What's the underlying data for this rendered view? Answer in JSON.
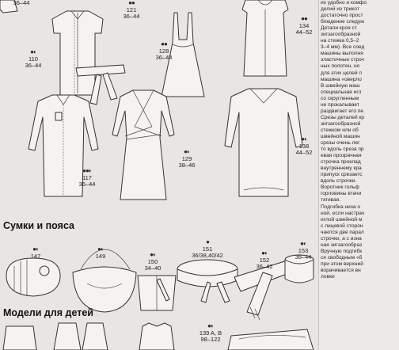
{
  "sections": {
    "bags_belts": "Сумки и пояса",
    "kids_models": "Модели для детей"
  },
  "labels": {
    "m_top": {
      "dots": "",
      "num": "36–44"
    },
    "m121": {
      "dots": "●●",
      "num": "121",
      "size": "36–44"
    },
    "m134": {
      "dots": "●●",
      "num": "134",
      "size": "44–52"
    },
    "m110": {
      "dots": "●◐",
      "num": "110",
      "size": "36–44"
    },
    "m128": {
      "dots": "●●",
      "num": "128",
      "size": "36–44"
    },
    "m117": {
      "dots": "●●◐",
      "num": "117",
      "size": "36–44"
    },
    "m129": {
      "dots": "●◐",
      "num": "129",
      "size": "38–46"
    },
    "m138": {
      "dots": "●◐",
      "num": "138",
      "size": "44–52"
    },
    "m147": {
      "dots": "●◐",
      "num": "147"
    },
    "m149": {
      "dots": "●◐",
      "num": "149"
    },
    "m150": {
      "dots": "●◐",
      "num": "150",
      "size": "34–40"
    },
    "m151": {
      "dots": "●",
      "num": "151",
      "size": "36/38,40/42"
    },
    "m152": {
      "dots": "●◐",
      "num": "152",
      "size": "36–42"
    },
    "m153": {
      "dots": "●◐",
      "num": "153",
      "size": "38–44"
    },
    "m139": {
      "dots": "●◐",
      "num": "139 A, B",
      "size": "98–122"
    }
  },
  "text_lines": [
    "их удобно и комфо",
    "делий из трикот",
    "достаточно прост",
    "блюдение следую",
    "Детали кроя ст",
    "зигзагообразной",
    "на стежка 0,5–2",
    "3–4 мм). Все соед",
    "машины выполня",
    "эластичные строч",
    "ных полотен, но",
    "для этих целей п",
    "машина «оверло",
    "В швейную маш",
    "специальная игл",
    "со скругленным",
    "не прокалывает",
    "раздвигает его пе",
    "Срезы деталей кр",
    "зигзагообразной",
    "стежком или об",
    "швейной машин",
    "срезы очень лег",
    "то вдоль среза пр",
    "евая прозрачная",
    "строчка проклад",
    "внутреннему кра",
    "припуск срезаетс",
    "вдоль строчки.",
    "Воротник гольф",
    "горловины втачи",
    "тягивая.",
    "Подгибка низа о",
    "ной, если настрач",
    "иглой швейной м",
    "с лицевой сторон",
    "чаются две парал",
    "строчки, а с изна",
    "ная зигзагообраз",
    "Вручную подгибк",
    "ся свободным «б",
    "при этом верхний",
    "ворачивается вн",
    "ловки"
  ]
}
